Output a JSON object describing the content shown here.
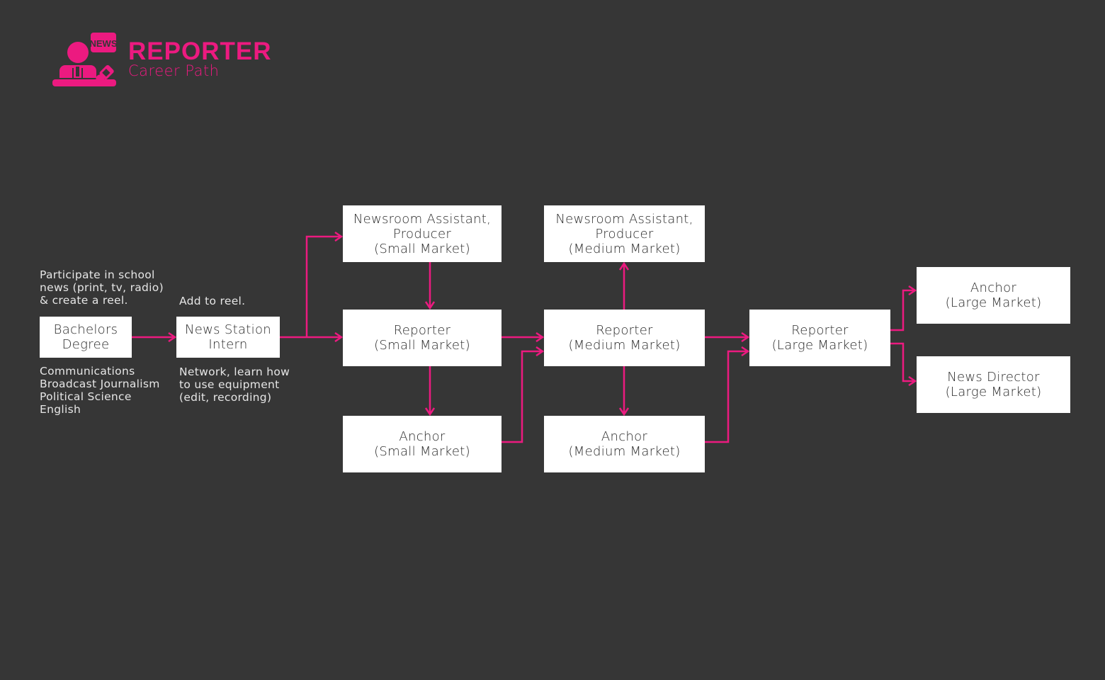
{
  "header": {
    "title": "REPORTER",
    "subtitle": "Career Path",
    "icon_badge": "NEWS"
  },
  "accent_color": "#ec1a80",
  "nodes": {
    "bachelors": [
      "Bachelors",
      "Degree"
    ],
    "intern": [
      "News Station",
      "Intern"
    ],
    "nra_small": [
      "Newsroom Assistant,",
      "Producer",
      "(Small Market)"
    ],
    "rep_small": [
      "Reporter",
      "(Small Market)"
    ],
    "anchor_small": [
      "Anchor",
      "(Small Market)"
    ],
    "nra_med": [
      "Newsroom Assistant,",
      "Producer",
      "(Medium Market)"
    ],
    "rep_med": [
      "Reporter",
      "(Medium Market)"
    ],
    "anchor_med": [
      "Anchor",
      "(Medium Market)"
    ],
    "rep_large": [
      "Reporter",
      "(Large Market)"
    ],
    "anchor_large": [
      "Anchor",
      "(Large Market)"
    ],
    "nd_large": [
      "News Director",
      "(Large Market)"
    ]
  },
  "notes": {
    "school": [
      "Participate in school",
      "news (print, tv, radio)",
      "& create a reel."
    ],
    "majors": [
      "Communications",
      "Broadcast Journalism",
      "Political Science",
      "English"
    ],
    "reel": [
      "Add to reel."
    ],
    "network": [
      "Network, learn how",
      "to use equipment",
      "(edit, recording)"
    ]
  }
}
